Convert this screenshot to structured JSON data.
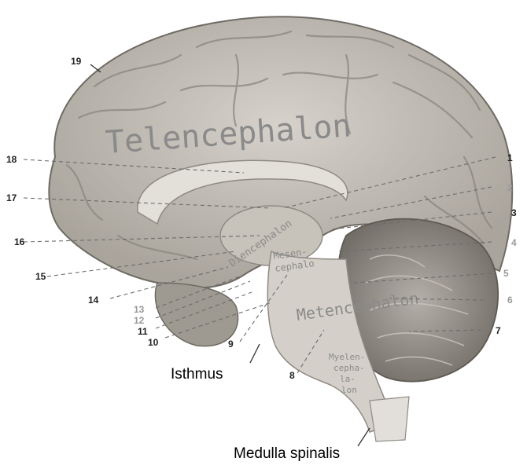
{
  "regions": {
    "telencephalon": "Telencephalon",
    "diencephalon": "Diencephalon",
    "mesencephalon_1": "Mesen-",
    "mesencephalon_2": "cephalo",
    "metencephalon": "Metencephalon",
    "myelencephalon_1": "Myelen-",
    "myelencephalon_2": "cepha-",
    "myelencephalon_3": "la-",
    "myelencephalon_4": "lon"
  },
  "labels": {
    "isthmus": "Isthmus",
    "medulla_spinalis": "Medulla spinalis"
  },
  "numbers": [
    "1",
    "2",
    "3",
    "4",
    "5",
    "6",
    "7",
    "8",
    "9",
    "10",
    "11",
    "12",
    "13",
    "14",
    "15",
    "16",
    "17",
    "18",
    "19"
  ],
  "colors": {
    "tissue": "#c9c4bc",
    "tissue_dark": "#8f8a83",
    "cerebellum": "#a8a39c",
    "background": "#ffffff"
  }
}
